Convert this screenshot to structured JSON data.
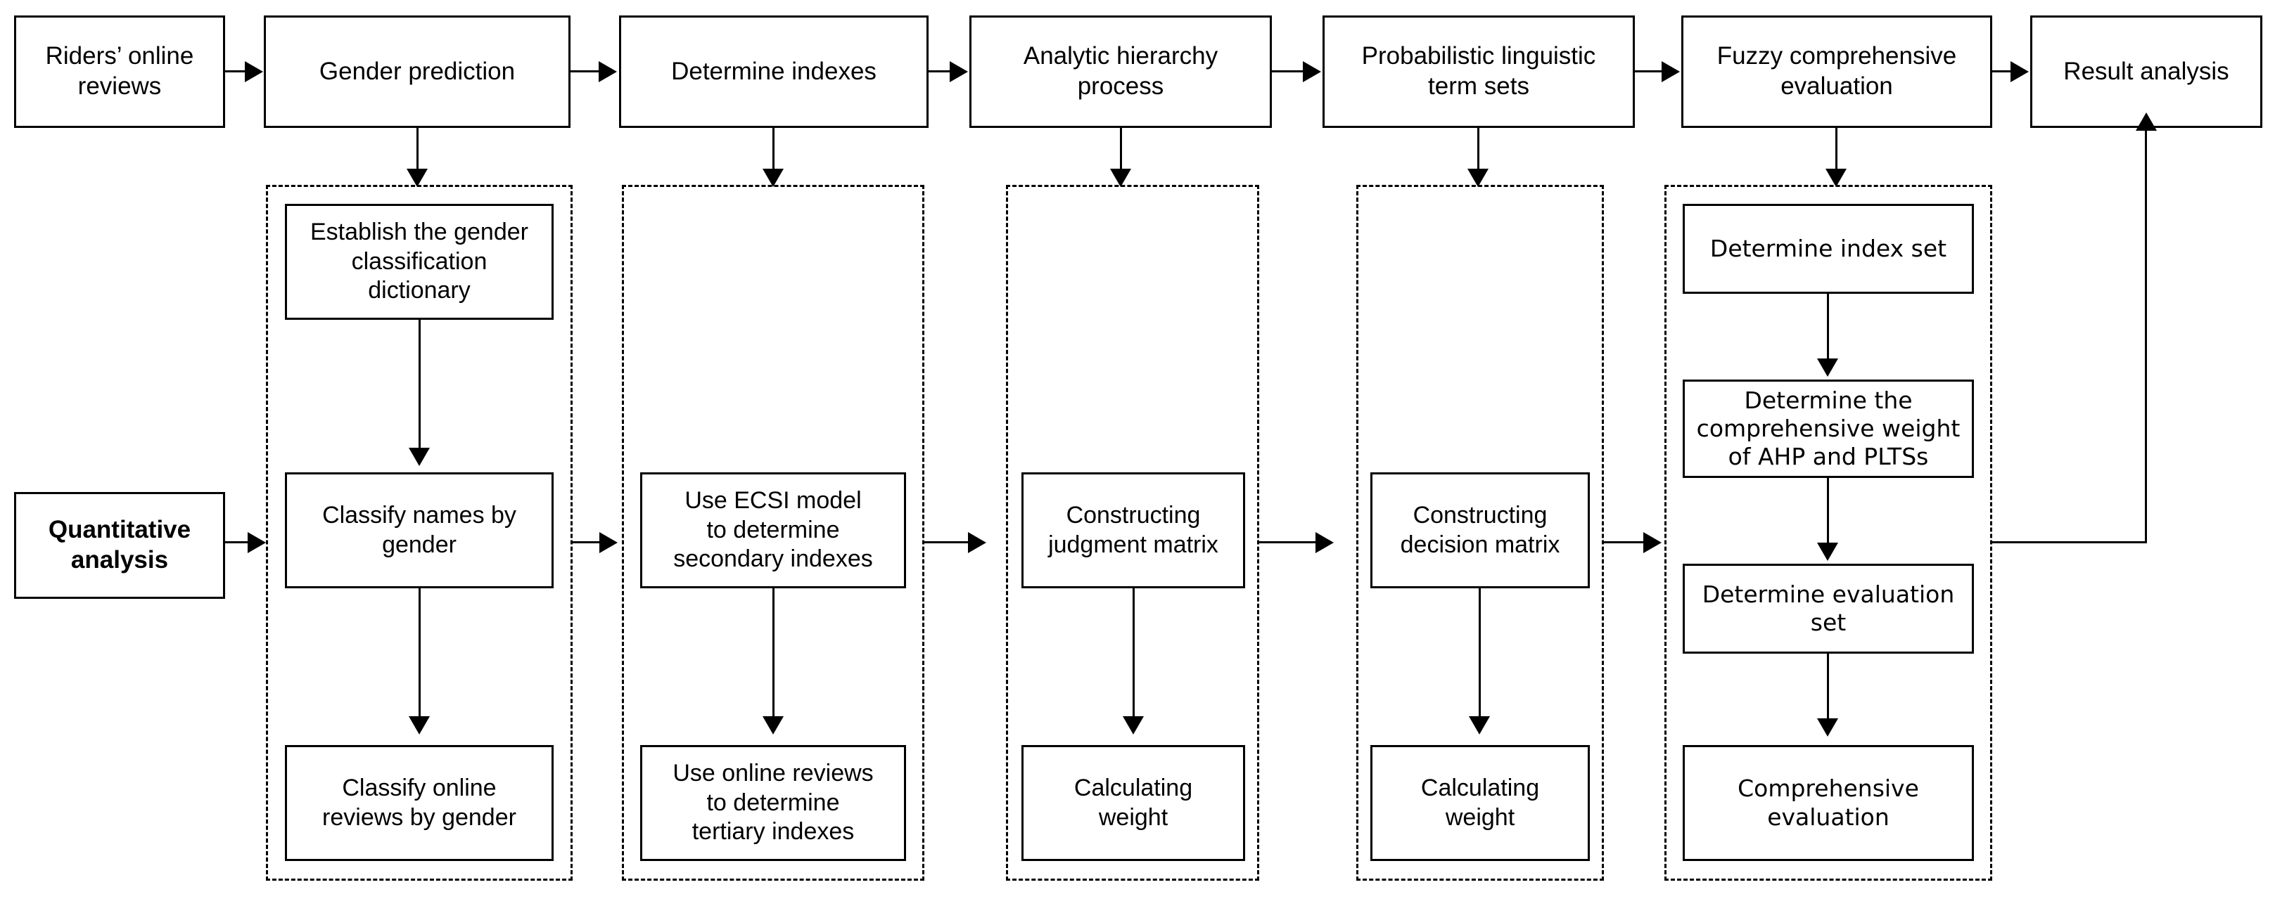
{
  "diagram": {
    "title": "Research framework flowchart",
    "stroke_color": "#000000",
    "background_color": "#ffffff"
  },
  "top_row": [
    {
      "id": "riders-online-reviews",
      "label": "Riders’ online\nreviews"
    },
    {
      "id": "gender-prediction",
      "label": "Gender prediction"
    },
    {
      "id": "determine-indexes",
      "label": "Determine indexes"
    },
    {
      "id": "analytic-hierarchy-process",
      "label": "Analytic hierarchy\nprocess"
    },
    {
      "id": "probabilistic-linguistic-term-sets",
      "label": "Probabilistic linguistic\nterm sets"
    },
    {
      "id": "fuzzy-comprehensive-evaluation",
      "label": "Fuzzy comprehensive\nevaluation"
    },
    {
      "id": "result-analysis",
      "label": "Result analysis"
    }
  ],
  "entry": {
    "id": "quantitative-analysis",
    "label": "Quantitative\nanalysis"
  },
  "stages": [
    {
      "id": "stage-gender-prediction",
      "header": "Gender prediction",
      "steps": [
        {
          "id": "establish-gender-classification-dictionary",
          "label": "Establish the gender\nclassification\ndictionary"
        },
        {
          "id": "classify-names-by-gender",
          "label": "Classify names by\ngender"
        },
        {
          "id": "classify-online-reviews-by-gender",
          "label": "Classify online\nreviews by gender"
        }
      ]
    },
    {
      "id": "stage-determine-indexes",
      "header": "Determine indexes",
      "steps": [
        {
          "id": "use-ecsi-model-secondary-indexes",
          "label": "Use ECSI model\nto determine\nsecondary indexes"
        },
        {
          "id": "use-online-reviews-tertiary-indexes",
          "label": "Use online reviews\nto determine\ntertiary indexes"
        }
      ]
    },
    {
      "id": "stage-analytic-hierarchy-process",
      "header": "Analytic hierarchy process",
      "steps": [
        {
          "id": "constructing-judgment-matrix",
          "label": "Constructing\njudgment matrix"
        },
        {
          "id": "calculating-weight-ahp",
          "label": "Calculating\nweight"
        }
      ]
    },
    {
      "id": "stage-probabilistic-linguistic-term-sets",
      "header": "Probabilistic linguistic term sets",
      "steps": [
        {
          "id": "constructing-decision-matrix",
          "label": "Constructing\ndecision matrix"
        },
        {
          "id": "calculating-weight-plts",
          "label": "Calculating\nweight"
        }
      ]
    },
    {
      "id": "stage-fuzzy-comprehensive-evaluation",
      "header": "Fuzzy comprehensive evaluation",
      "steps": [
        {
          "id": "determine-index-set",
          "label": "Determine index set"
        },
        {
          "id": "determine-comprehensive-weight",
          "label": "Determine the\ncomprehensive weight\nof AHP and PLTSs"
        },
        {
          "id": "determine-evaluation-set",
          "label": "Determine evaluation\nset"
        },
        {
          "id": "comprehensive-evaluation",
          "label": "Comprehensive\nevaluation"
        }
      ]
    }
  ]
}
